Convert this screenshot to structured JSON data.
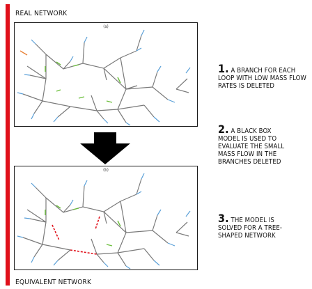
{
  "top_label": "REAL NETWORK",
  "bottom_label": "EQUIVALENT NETWORK",
  "panel_a_tag": "(a)",
  "panel_b_tag": "(b)",
  "steps": [
    {
      "num": "1.",
      "text": " A BRANCH FOR EACH LOOP WITH LOW MASS FLOW RATES IS DELETED"
    },
    {
      "num": "2.",
      "text": "  A BLACK BOX MODEL IS USED TO EVALUATE THE SMALL MASS FLOW IN THE BRANCHES DELETED"
    },
    {
      "num": "3.",
      "text": " THE MODEL IS SOLVED FOR A TREE-SHAPED NETWORK"
    }
  ],
  "colors": {
    "accent_bar": "#e0101a",
    "pipe": "#7a7a7a",
    "user": "#5aa0d8",
    "flow_arrow": "#6bbf3b",
    "deleted_branch": "#e0101a",
    "source": "#e8833a"
  }
}
